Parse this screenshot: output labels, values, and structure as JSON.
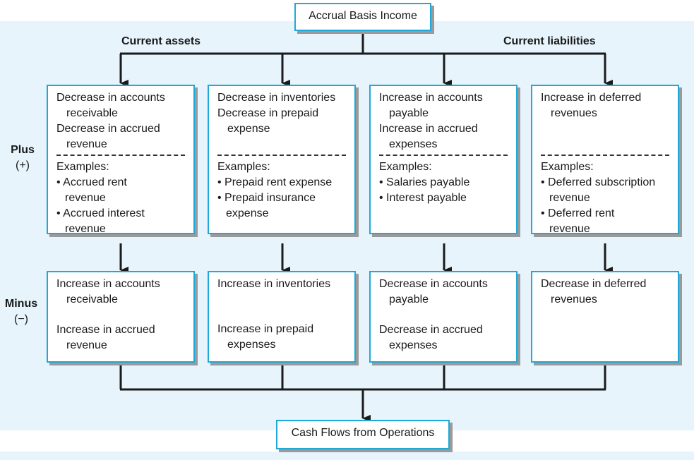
{
  "top_box": "Accrual Basis Income",
  "bottom_box": "Cash Flows from Operations",
  "headers": {
    "left": "Current assets",
    "right": "Current liabilities"
  },
  "side_labels": {
    "plus": "Plus",
    "plus_sign": "(+)",
    "minus": "Minus",
    "minus_sign": "(−)"
  },
  "plus_boxes": [
    {
      "lines": [
        "Decrease in accounts",
        "receivable",
        "Decrease in accrued",
        "revenue"
      ],
      "examples_label": "Examples:",
      "examples": [
        "• Accrued rent",
        "revenue",
        "• Accrued interest",
        "revenue"
      ]
    },
    {
      "lines": [
        "Decrease in inventories",
        "Decrease in prepaid",
        "expense"
      ],
      "examples_label": "Examples:",
      "examples": [
        "• Prepaid rent expense",
        "• Prepaid insurance",
        "expense"
      ]
    },
    {
      "lines": [
        "Increase in accounts",
        "payable",
        "Increase in accrued",
        "expenses"
      ],
      "examples_label": "Examples:",
      "examples": [
        "• Salaries payable",
        "• Interest payable"
      ]
    },
    {
      "lines": [
        "Increase in deferred",
        "revenues"
      ],
      "examples_label": "Examples:",
      "examples": [
        "• Deferred subscription",
        "revenue",
        "• Deferred rent",
        "revenue"
      ]
    }
  ],
  "minus_boxes": [
    {
      "a": [
        "Increase in accounts",
        "receivable"
      ],
      "b": [
        "Increase in accrued",
        "revenue"
      ]
    },
    {
      "a": [
        "Increase in inventories"
      ],
      "b": [
        "Increase in prepaid",
        "expenses"
      ]
    },
    {
      "a": [
        "Decrease in accounts",
        "payable"
      ],
      "b": [
        "Decrease in accrued",
        "expenses"
      ]
    },
    {
      "a": [
        "Decrease in deferred",
        "revenues"
      ],
      "b": []
    }
  ]
}
